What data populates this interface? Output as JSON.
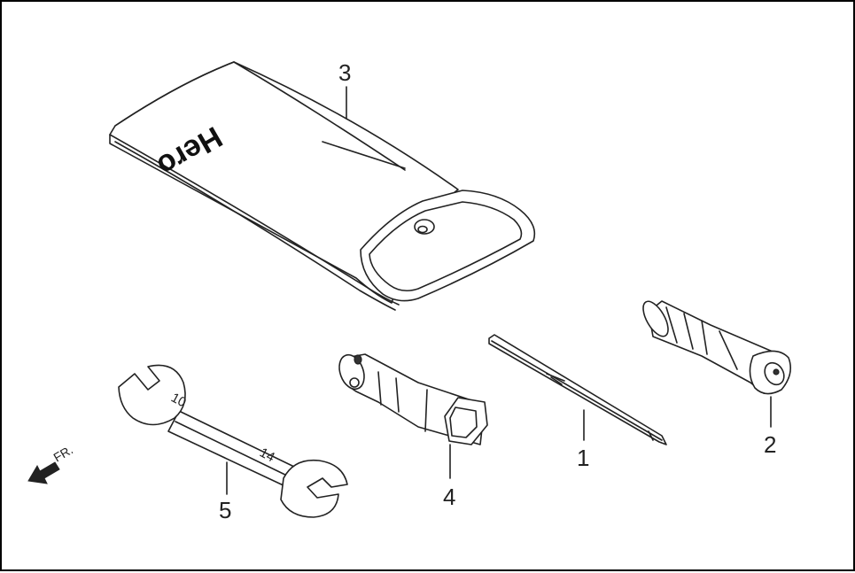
{
  "diagram": {
    "brand_text": "Hero",
    "direction_label": "FR.",
    "wrench_sizes": {
      "small": "10",
      "large": "14"
    },
    "callouts": [
      {
        "id": "1",
        "label": "1",
        "part": "screwdriver"
      },
      {
        "id": "2",
        "label": "2",
        "part": "screwdriver-handle"
      },
      {
        "id": "3",
        "label": "3",
        "part": "tool-pouch"
      },
      {
        "id": "4",
        "label": "4",
        "part": "spark-plug-socket"
      },
      {
        "id": "5",
        "label": "5",
        "part": "double-open-end-wrench"
      }
    ]
  }
}
